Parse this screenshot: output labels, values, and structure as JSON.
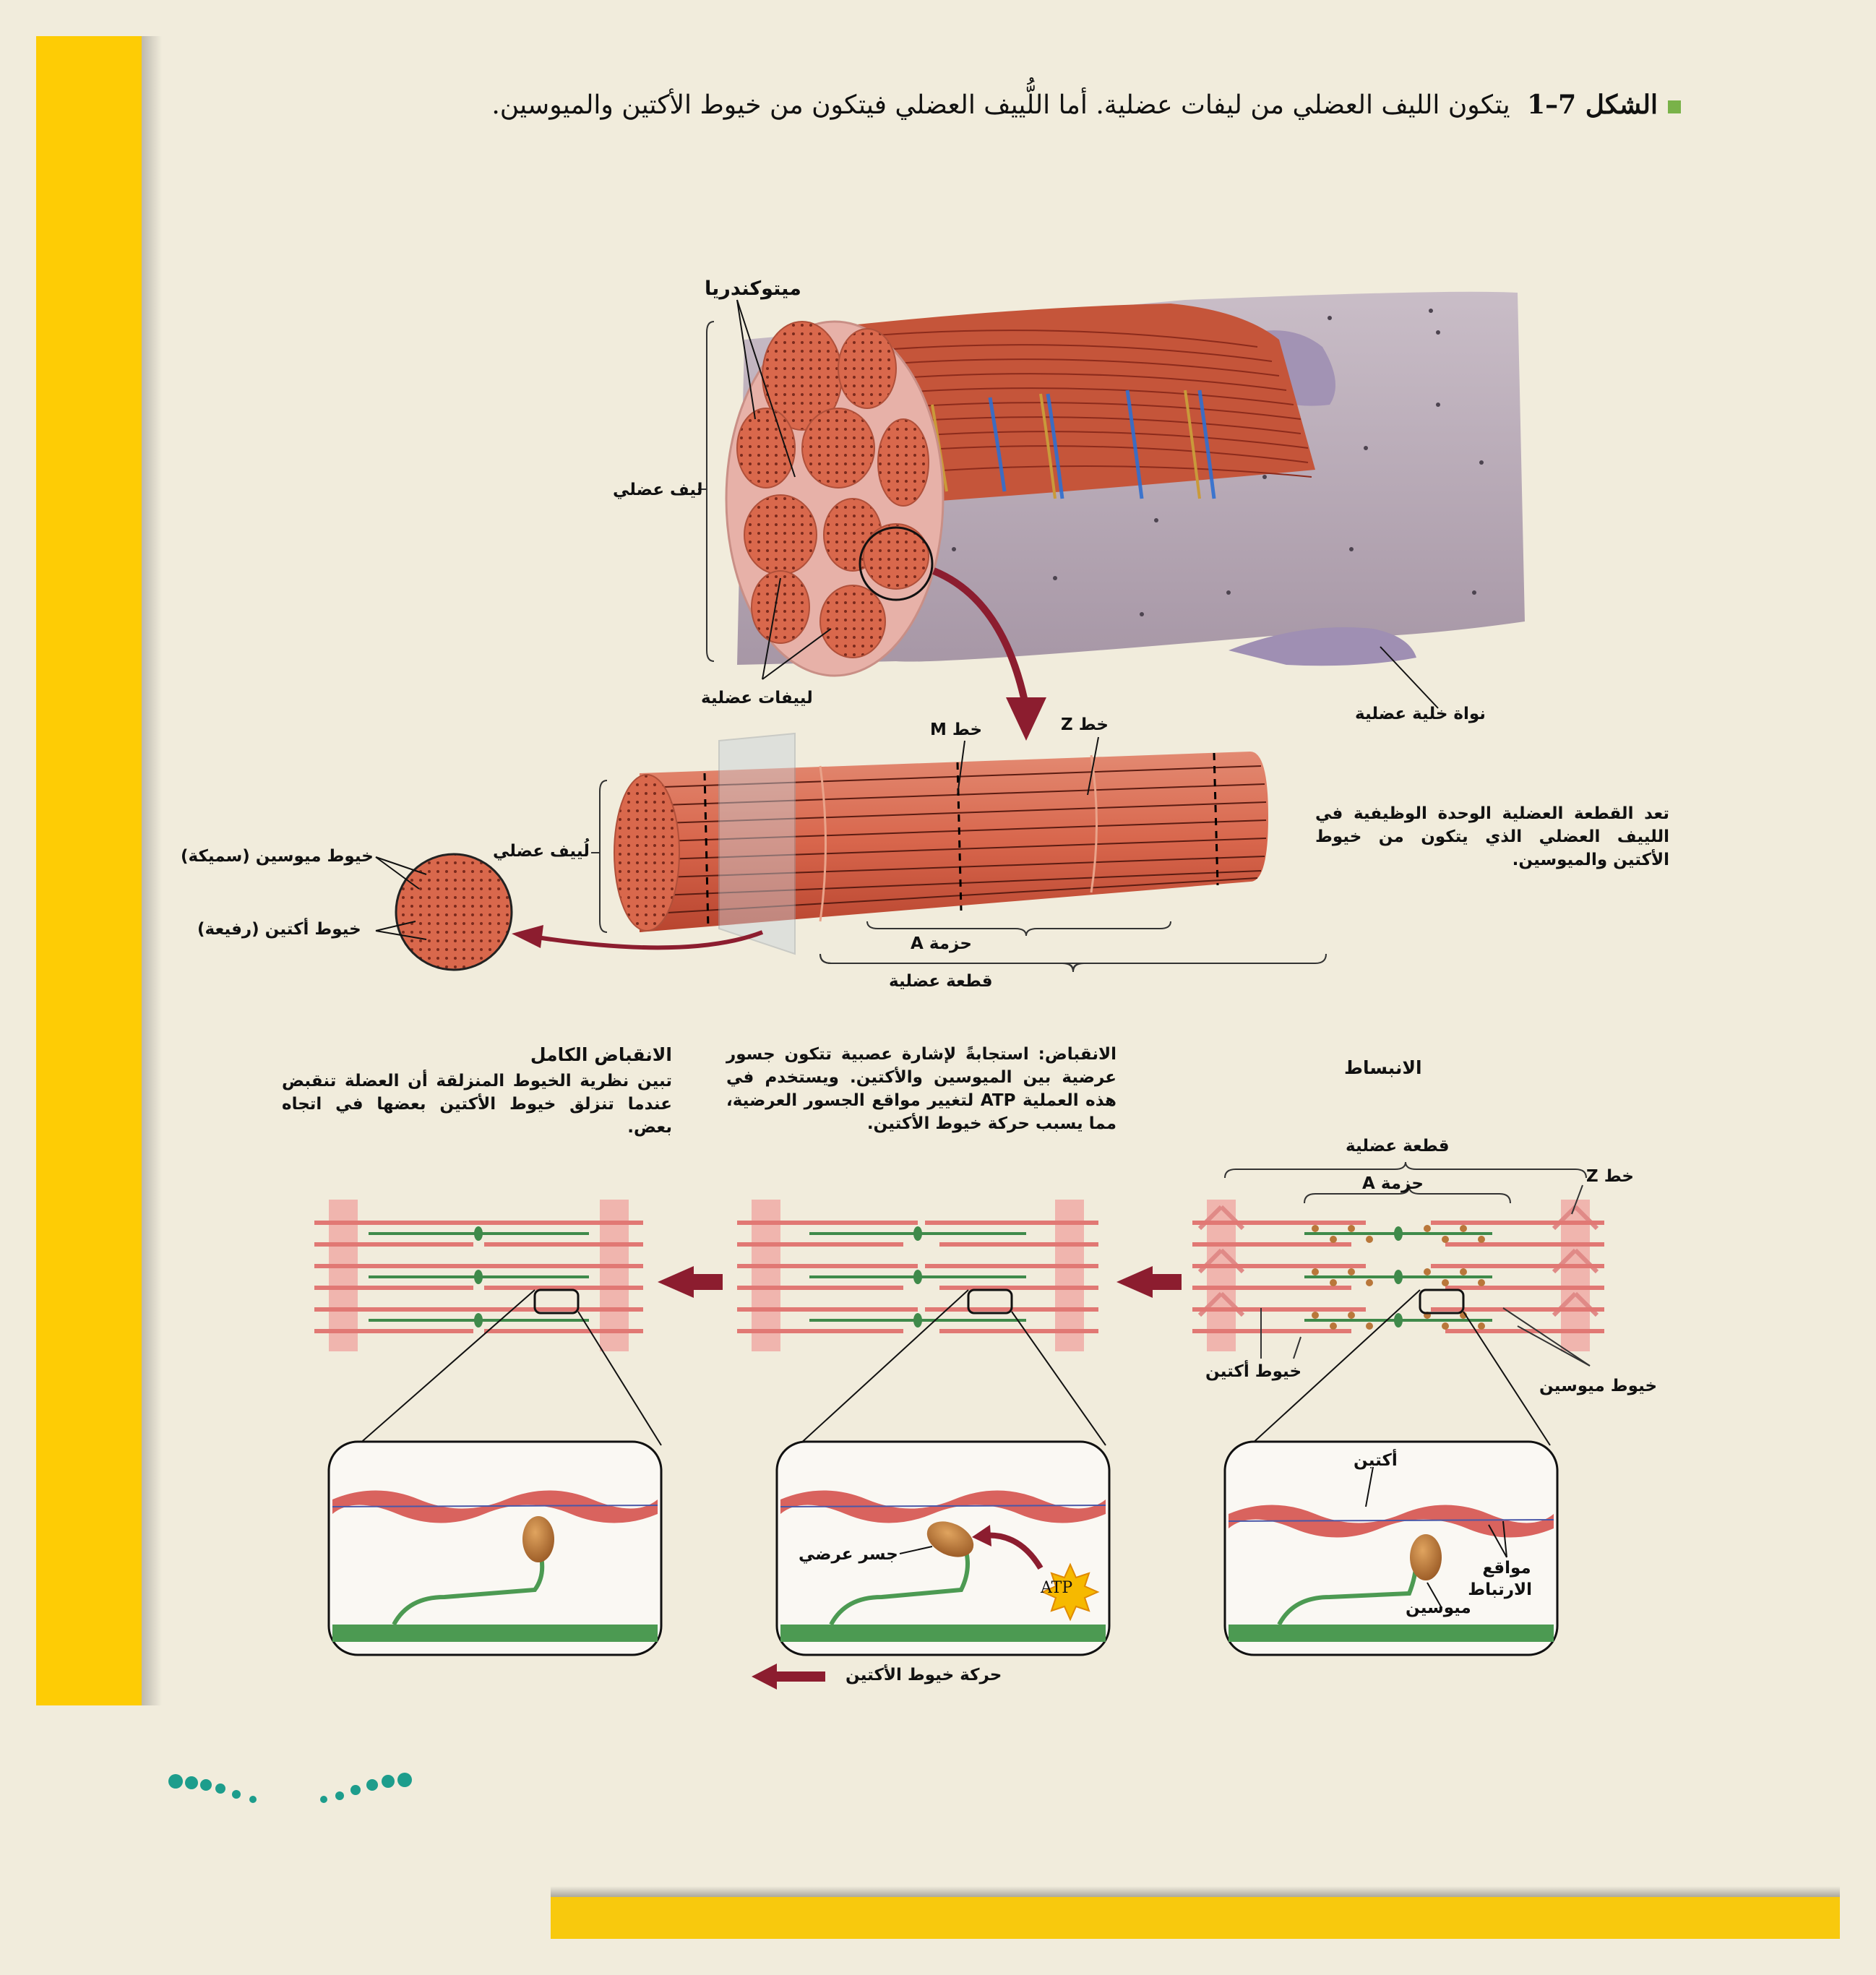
{
  "caption": {
    "figure_label": "الشكل 7–1",
    "text": "يتكون الليف العضلي من ليفات عضلية. أما اللُّييف العضلي فيتكون من خيوط الأكتين والميوسين."
  },
  "upper_figure": {
    "mitochondria": "ميتوكندريا",
    "muscle_fiber": "ليف عضلي",
    "myofibrils": "لييفات عضلية",
    "nucleus": "نواة خلية عضلية"
  },
  "myofibril_figure": {
    "m_line": "خط M",
    "z_line": "خط Z",
    "myofibril": "لُييف عضلي",
    "a_band": "حزمة A",
    "sarcomere": "قطعة عضلية",
    "myosin_thick": "خيوط ميوسين (سميكة)",
    "actin_thin": "خيوط أكتين (رفيعة)",
    "note": "تعد القطعة العضلية الوحدة الوظيفية في اللييف العضلي الذي يتكون من خيوط الأكتين والميوسين."
  },
  "stages": {
    "relaxed_title": "الانبساط",
    "contraction_title": "الانقباض:",
    "contraction_text": "استجابةً لإشارة عصبية تتكون جسور عرضية بين الميوسين والأكتين. ويستخدم في هذه العملية ATP لتغيير مواقع الجسور العرضية، مما يسبب حركة خيوط الأكتين.",
    "full_title": "الانقباض الكامل",
    "full_text": "تبين نظرية الخيوط المنزلقة أن العضلة تنقبض عندما تنزلق خيوط الأكتين بعضها في اتجاه بعض."
  },
  "relaxed_labels": {
    "sarcomere": "قطعة عضلية",
    "a_band": "حزمة A",
    "z_line": "خط Z",
    "actin": "خيوط أكتين",
    "myosin": "خيوط ميوسين"
  },
  "zoom_labels": {
    "actin": "أكتين",
    "binding_sites": "مواقع الارتباط",
    "myosin": "ميوسين",
    "cross_bridge": "جسر عرضي",
    "atp": "ATP"
  },
  "legend": {
    "actin_movement": "حركة خيوط الأكتين"
  },
  "colors": {
    "yellow": "#fecc05",
    "muscle": "#d8664c",
    "pink": "#eaa6a2",
    "green": "#3f8a4a",
    "arrow": "#8c1d2f",
    "bullet": "#79b249",
    "dots": "#1d9d8c"
  }
}
